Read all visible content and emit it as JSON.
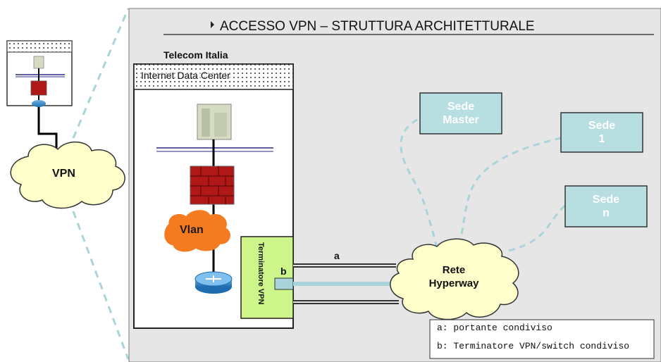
{
  "title": "ACCESSO VPN – STRUTTURA ARCHITETTURALE",
  "data_center": {
    "owner": "Telecom Italia",
    "label": "Internet Data Center",
    "vlan": "Vlan",
    "terminator": "Terminatore VPN"
  },
  "vpn_cloud": "VPN",
  "rete_cloud": {
    "line1": "Rete",
    "line2": "Hyperway"
  },
  "link_a": "a",
  "link_b": "b",
  "sedi": [
    {
      "line1": "Sede",
      "line2": "Master"
    },
    {
      "line1": "Sede",
      "line2": "1"
    },
    {
      "line1": "Sede",
      "line2": "n"
    }
  ],
  "legend": [
    "a: portante condiviso",
    "b: Terminatore VPN/switch condiviso"
  ],
  "colors": {
    "panel": "#e6e6e6",
    "sede_box": "#b7dfe1",
    "terminator": "#ccf58a",
    "vlan": "#f47b20",
    "cloud": "#ffffcc",
    "dashed": "#a9d4da",
    "firewall": "#b01818",
    "router": "#3a8ed0"
  }
}
